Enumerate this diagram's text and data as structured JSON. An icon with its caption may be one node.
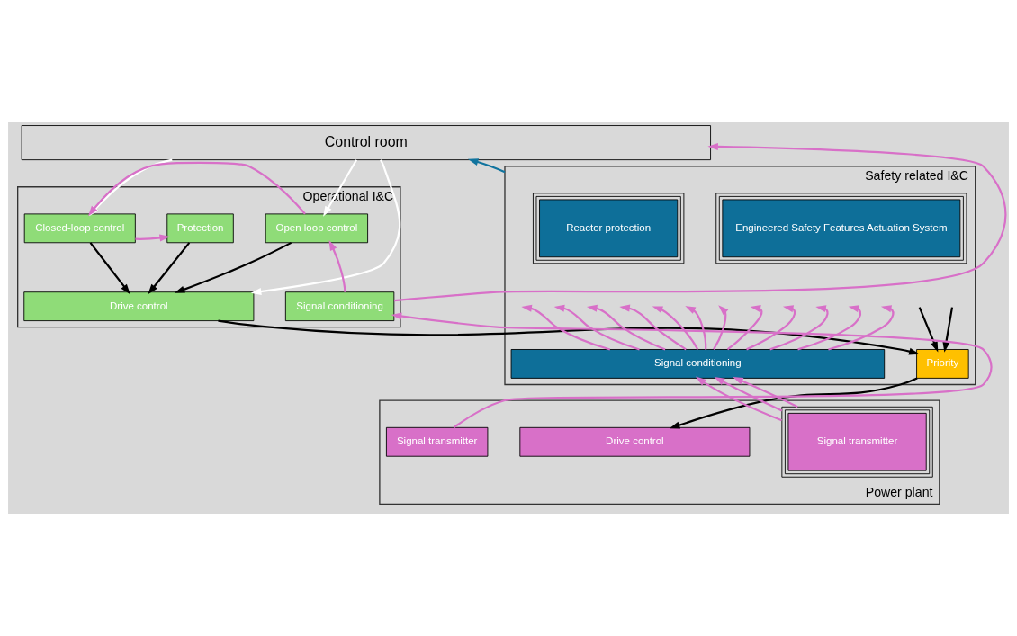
{
  "diagram": {
    "nodes": [
      {
        "text": [
          "Control room"
        ]
      },
      {
        "text": [
          "Operational I&C"
        ]
      },
      {
        "text": [
          "Open loop control"
        ],
        "in": 1
      },
      {
        "text": [
          "Closed-loop control"
        ],
        "in": 1
      },
      {
        "text": [
          "Protection"
        ],
        "in": 1
      },
      {
        "text": [
          "Signal conditioning"
        ],
        "in": 1
      },
      {
        "text": [
          "Drive control"
        ],
        "in": 1
      },
      {
        "text": [
          "Safety related I&C"
        ]
      },
      {
        "text": [
          "Reactor protection"
        ],
        "in": 7
      },
      {
        "text": [
          "Engineered Safety Features Actuation System"
        ],
        "in": 7
      },
      {
        "text": [
          "Signal conditioning"
        ],
        "in": 7
      },
      {
        "text": [
          "Priority"
        ],
        "in": 7
      },
      {
        "text": [
          "Power plant"
        ]
      },
      {
        "text": [
          "Signal transmitter"
        ],
        "in": 12
      },
      {
        "text": [
          "Drive control"
        ],
        "in": 12
      },
      {
        "text": [
          "Signal transmitter"
        ],
        "in": 12
      }
    ],
    "edges": [
      {
        "from": 5,
        "to": 0,
        "arrow": "to"
      },
      {
        "from": 0,
        "to": 2,
        "arrow": "to",
        "color": "#ffffff"
      },
      {
        "from": 0,
        "to": 6,
        "arrow": "to",
        "color": "#ffffff"
      },
      {
        "from": 0,
        "to": 3,
        "arrow": "to",
        "color": "#ffffff"
      },
      {
        "from": 7,
        "to": 0,
        "arrow": "to",
        "color": "#11749e"
      },
      {
        "from": 5,
        "to": 2,
        "arrow": "to"
      },
      {
        "from": 2,
        "to": 3,
        "arrow": "to"
      },
      {
        "from": 3,
        "to": 4,
        "arrow": "to"
      },
      {
        "from": 2,
        "to": 6,
        "arrow": "to",
        "color": "#000000"
      },
      {
        "from": 3,
        "to": 6,
        "arrow": "to",
        "color": "#000000"
      },
      {
        "from": 4,
        "to": 6,
        "arrow": "to",
        "color": "#000000"
      },
      {
        "from": 6,
        "to": 11,
        "arrow": "to",
        "color": "#000000"
      },
      {
        "from": null,
        "to": 11,
        "arrow": "to",
        "color": "#000000"
      },
      {
        "from": null,
        "to": 11,
        "arrow": "to",
        "color": "#000000"
      },
      {
        "from": 11,
        "to": 14,
        "arrow": "to",
        "color": "#000000"
      },
      {
        "from": 13,
        "to": 5,
        "arrow": "to"
      },
      {
        "from": 15,
        "to": 10,
        "arrow": "to"
      },
      {
        "from": 15,
        "to": 10,
        "arrow": "to"
      },
      {
        "from": 15,
        "to": 10,
        "arrow": "to"
      },
      {
        "from": 10,
        "to": null,
        "arrow": "to"
      },
      {
        "from": 10,
        "to": null,
        "arrow": "to"
      },
      {
        "from": 10,
        "to": null,
        "arrow": "to"
      },
      {
        "from": 10,
        "to": null,
        "arrow": "to"
      },
      {
        "from": 10,
        "to": null,
        "arrow": "to"
      },
      {
        "from": 10,
        "to": null,
        "arrow": "to"
      },
      {
        "from": 10,
        "to": null,
        "arrow": "to"
      },
      {
        "from": 10,
        "to": null,
        "arrow": "to"
      },
      {
        "from": 10,
        "to": null,
        "arrow": "to"
      },
      {
        "from": 10,
        "to": null,
        "arrow": "to"
      },
      {
        "from": 10,
        "to": null,
        "arrow": "to"
      },
      {
        "from": 10,
        "to": null,
        "arrow": "to"
      }
    ]
  }
}
